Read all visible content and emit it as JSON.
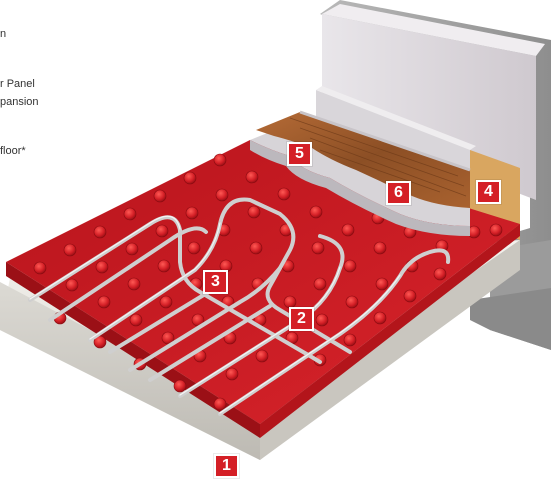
{
  "legend": {
    "line1": "n",
    "line2": "r Panel",
    "line3": "pansion",
    "line4": "floor*"
  },
  "callouts": [
    "1",
    "2",
    "3",
    "4",
    "5",
    "6"
  ],
  "colors": {
    "panel_red": "#d41f26",
    "pipe_silver": "#c8c8c8",
    "insulation": "#e8e6e0",
    "wall_block": "#a8a8a8",
    "board": "#dcd8dc",
    "wood": "#9a5a2e",
    "badge_bg": "#d41f26",
    "badge_text": "#ffffff"
  }
}
